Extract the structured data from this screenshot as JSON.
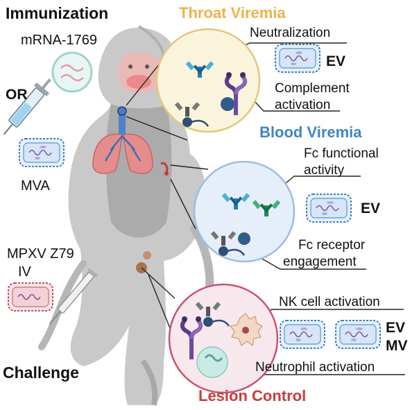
{
  "left": {
    "immunization": "Immunization",
    "mrna": "mRNA-1769",
    "or": "OR",
    "mva": "MVA",
    "strain": "MPXV Z79",
    "route": "IV",
    "challenge": "Challenge"
  },
  "throat": {
    "title": "Throat Viremia",
    "neutralization": "Neutralization",
    "ev": "EV",
    "complement_1": "Complement",
    "complement_2": "activation"
  },
  "blood": {
    "title": "Blood Viremia",
    "fc_functional_1": "Fc functional",
    "fc_functional_2": "activity",
    "ev": "EV",
    "fc_receptor_1": "Fc receptor",
    "fc_receptor_2": "engagement"
  },
  "lesion": {
    "title": "Lesion Control",
    "nk": "NK cell activation",
    "ev": "EV",
    "mv": "MV",
    "neutrophil": "Neutrophil activation"
  },
  "colors": {
    "throat": "#f0b24a",
    "blood": "#3d86c6",
    "lesion": "#cc3b3b",
    "throat_fill": "#fbf4dc",
    "blood_fill": "#e6eefa",
    "lesion_fill": "#f7e8ee"
  },
  "icons": [
    "lipid-nanoparticle-icon",
    "syringe-icon",
    "virion-icon",
    "antibody-icon",
    "receptor-icon",
    "nk-cell-icon",
    "neutrophil-icon",
    "monkey-icon",
    "lungs-icon"
  ]
}
